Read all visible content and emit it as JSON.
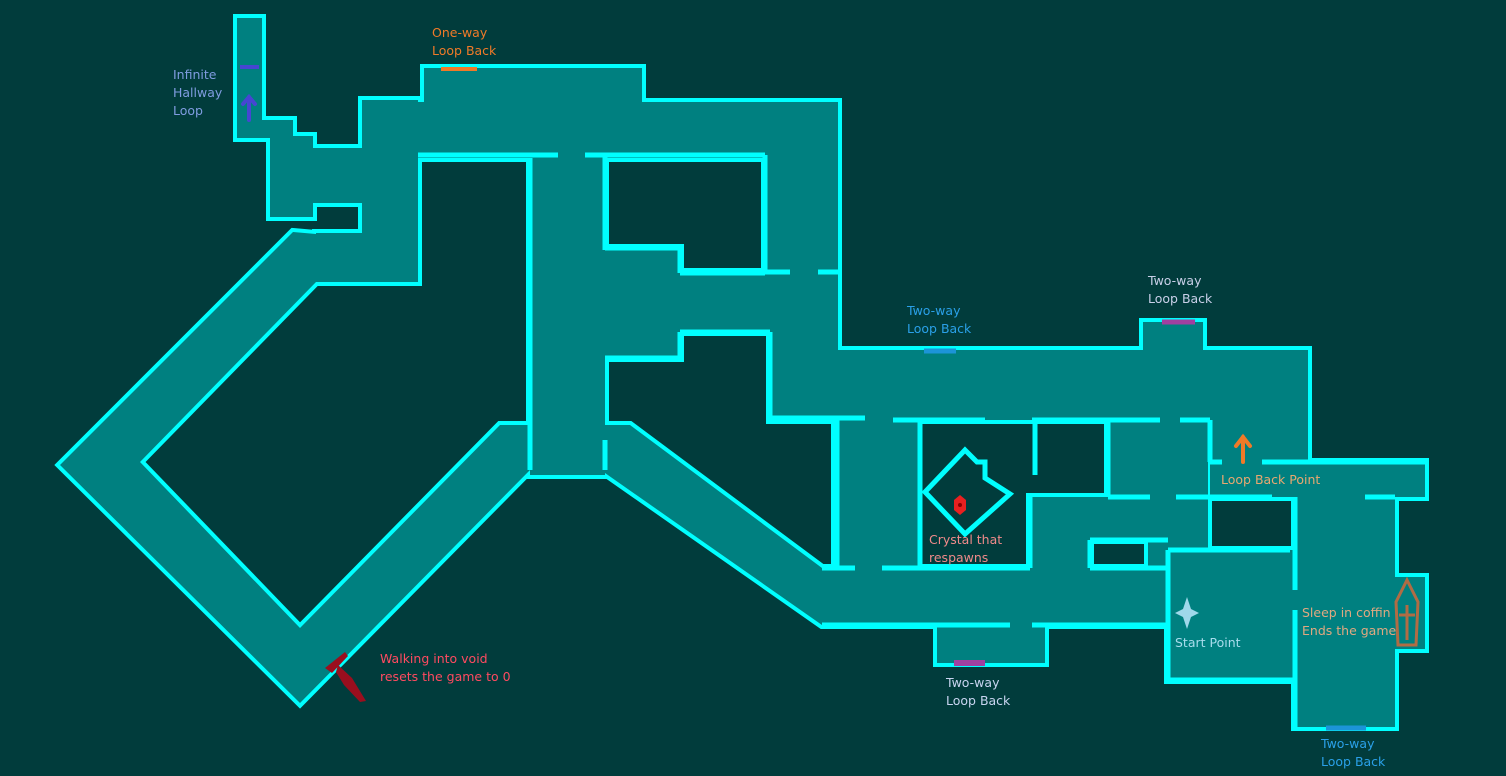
{
  "title": "Game level map",
  "colors": {
    "background": "#013c3c",
    "floor": "#008080",
    "wall": "#00ffff",
    "one_way": "#f07a28",
    "two_way_blue": "#1c94d8",
    "two_way_purple": "#a040a0",
    "infinite_loop": "#4646d2",
    "crystal": "#e82020",
    "void": "#9a0e1e",
    "coffin": "#b06c44",
    "start": "#9fd8ea"
  },
  "labels": {
    "infinite_loop": [
      "Infinite",
      "Hallway",
      "Loop"
    ],
    "one_way": [
      "One-way",
      "Loop Back"
    ],
    "two_way_top_blue": [
      "Two-way",
      "Loop Back"
    ],
    "two_way_top_purple": [
      "Two-way",
      "Loop Back"
    ],
    "loop_back_point": "Loop Back Point",
    "crystal": [
      "Crystal that",
      "respawns"
    ],
    "start_point": "Start Point",
    "coffin": [
      "Sleep in coffin",
      "Ends the game"
    ],
    "void": [
      "Walking into void",
      "resets the game to 0"
    ],
    "two_way_bottom_purple": [
      "Two-way",
      "Loop Back"
    ],
    "two_way_bottom_blue": [
      "Two-way",
      "Loop Back"
    ]
  },
  "icons": [
    "up-arrow-icon",
    "crystal-icon",
    "start-star-icon",
    "coffin-icon",
    "void-dagger-icon"
  ]
}
